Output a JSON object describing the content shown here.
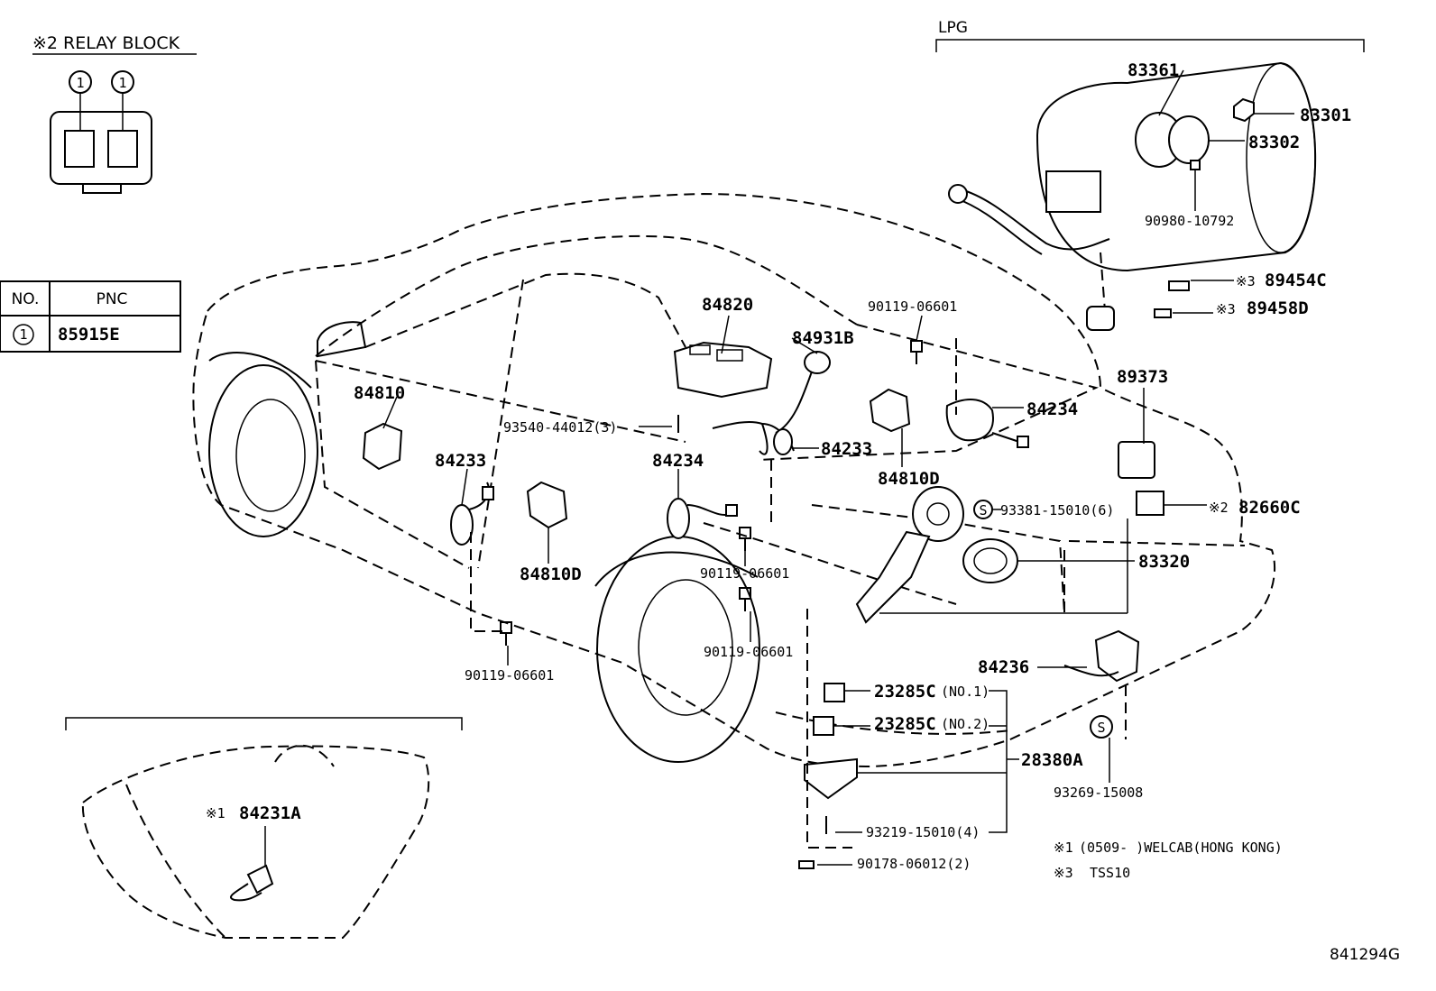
{
  "relay_block": {
    "title": "※2 RELAY BLOCK",
    "pin_left": "1",
    "pin_right": "1"
  },
  "pnc_table": {
    "col_no": "NO.",
    "col_pnc": "PNC",
    "row_no": "1",
    "row_pnc": "85915E"
  },
  "lpg_label": "LPG",
  "callouts": {
    "p83361": "83361",
    "p83301": "83301",
    "p83302": "83302",
    "p90980": "90980-10792",
    "p89454c_mark": "※3",
    "p89454c": "89454C",
    "p89458d_mark": "※3",
    "p89458d": "89458D",
    "p84820": "84820",
    "p84931b": "84931B",
    "p90119_top": "90119-06601",
    "p84810": "84810",
    "p84234_right": "84234",
    "p89373": "89373",
    "p93540": "93540-44012(3)",
    "p84233_center": "84233",
    "p84810d_right": "84810D",
    "p84233_left": "84233",
    "p84234_mid": "84234",
    "p93381": "93381-15010(6)",
    "p82660c_mark": "※2",
    "p82660c": "82660C",
    "p83320": "83320",
    "p84810d_left": "84810D",
    "p90119_mid": "90119-06601",
    "p90119_low": "90119-06601",
    "p90119_left": "90119-06601",
    "p84236": "84236",
    "p23285c_1": "23285C",
    "p23285c_1_note": "(NO.1)",
    "p23285c_2": "23285C",
    "p23285c_2_note": "(NO.2)",
    "p28380a": "28380A",
    "p93269": "93269-15008",
    "p93219": "93219-15010(4)",
    "p90178": "90178-06012(2)",
    "p84231a_mark": "※1",
    "p84231a": "84231A"
  },
  "notes": {
    "note1_mark": "※1",
    "note1_text": "(0509-    )WELCAB(HONG KONG)",
    "note3_mark": "※3",
    "note3_text": "TSS10"
  },
  "s_mark": "S",
  "figure_code": "841294G"
}
